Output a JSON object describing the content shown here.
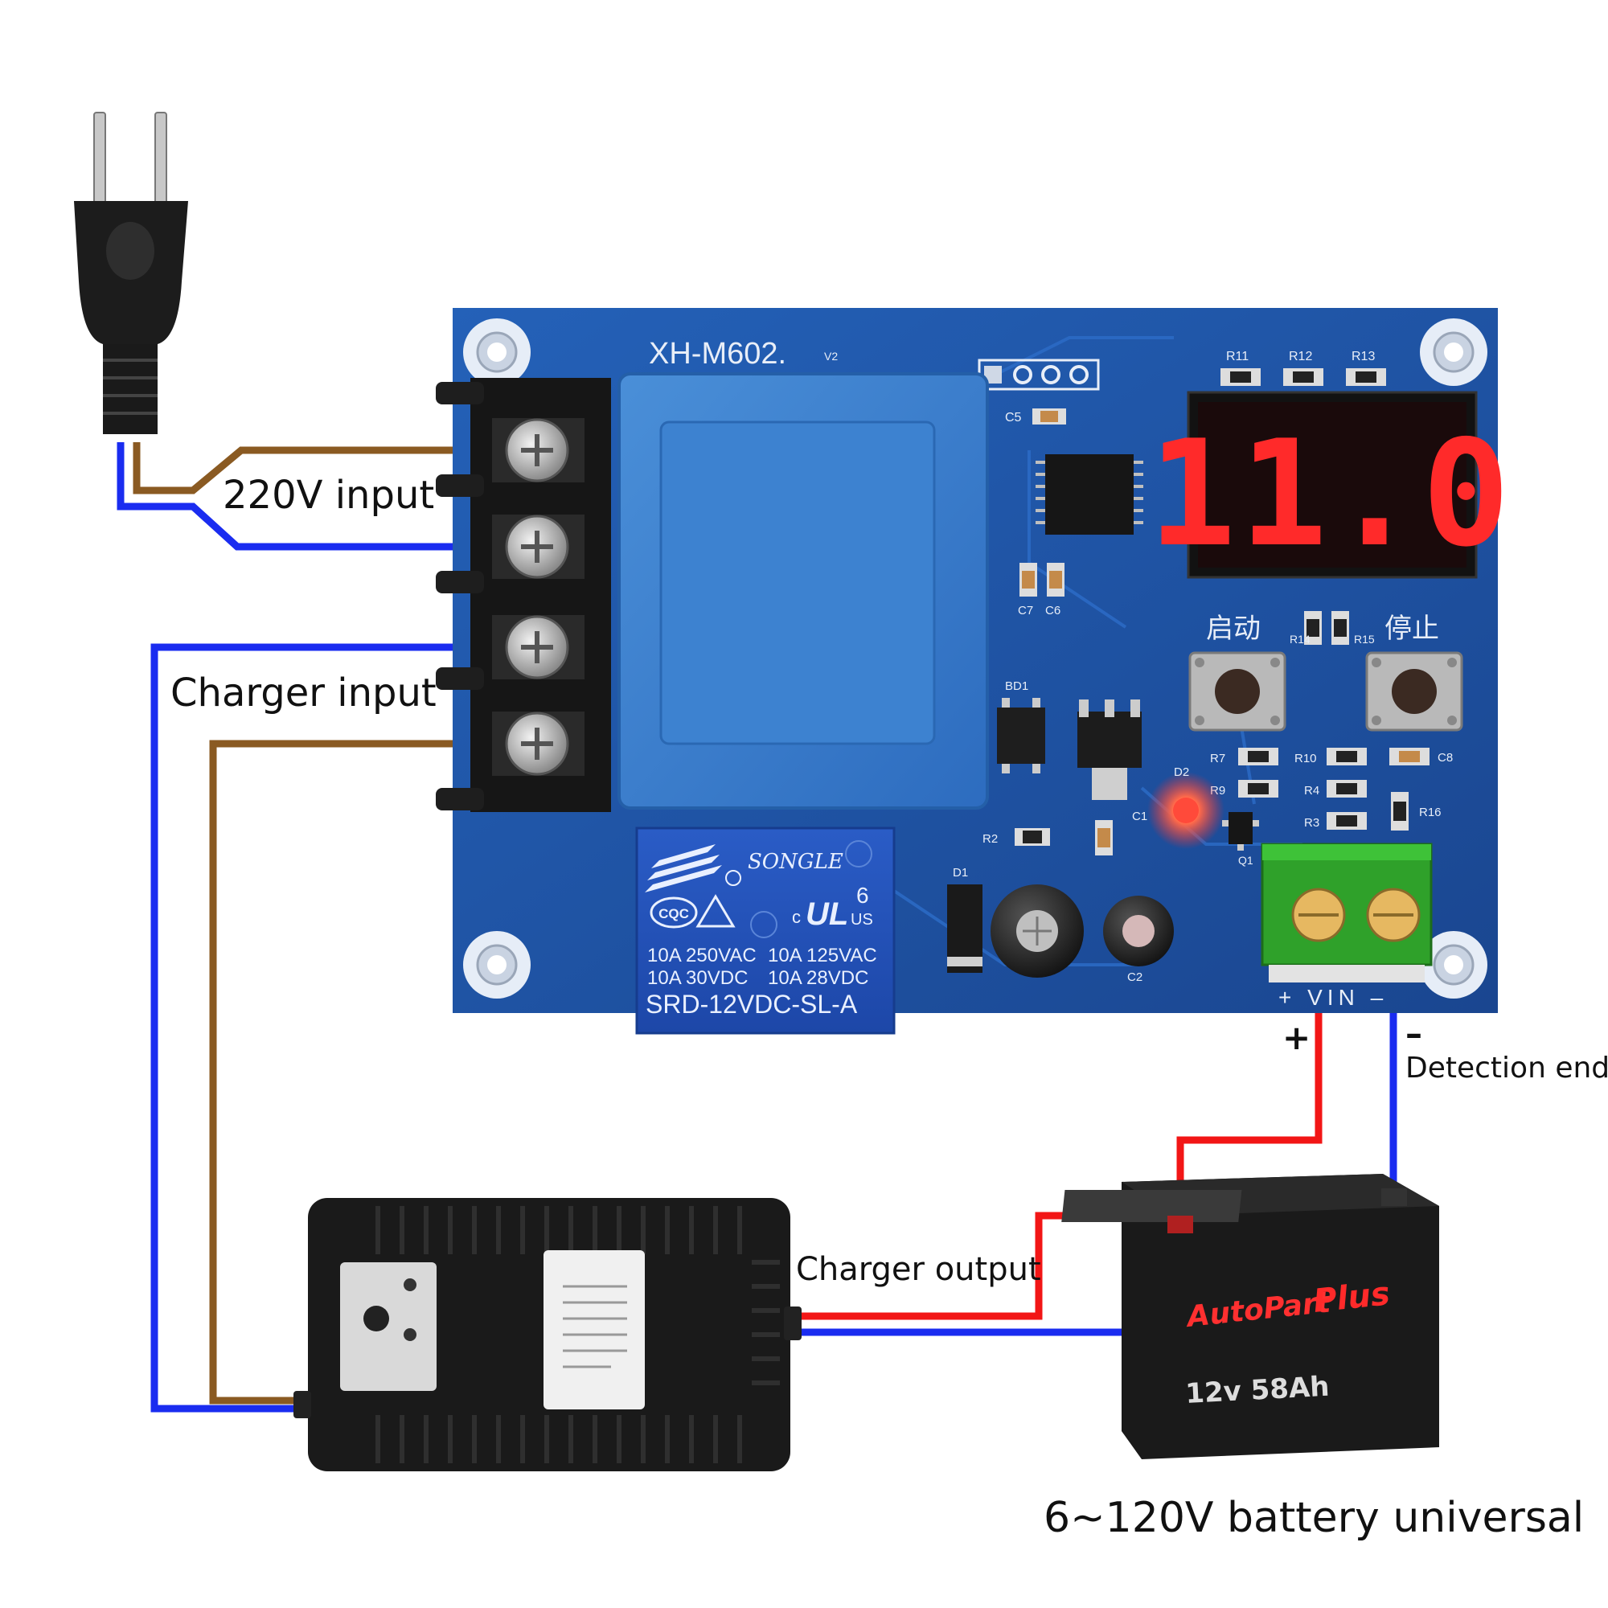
{
  "labels": {
    "ac_input": "220V input",
    "charger_input": "Charger input",
    "charger_output": "Charger output",
    "detection_end": "Detection end",
    "battery_universal": "6~120V battery universal",
    "plus": "+",
    "minus": "–"
  },
  "board": {
    "model": "XH-M602.",
    "version": "V2",
    "display_value": "11.0",
    "button_start": "启动",
    "button_stop": "停止",
    "vin_label": "+ VIN –",
    "parts": {
      "r11": "R11",
      "r12": "R12",
      "r13": "R13",
      "c5": "C5",
      "c7": "C7",
      "c6": "C6",
      "r14": "R14",
      "r15": "R15",
      "bd1": "BD1",
      "d2": "D2",
      "c1": "C1",
      "r2": "R2",
      "d1": "D1",
      "r7": "R7",
      "r9": "R9",
      "r10": "R10",
      "r4": "R4",
      "r3": "R3",
      "r16": "R16",
      "c8": "C8",
      "q1": "Q1",
      "c2": "C2"
    }
  },
  "relay": {
    "brand": "SONGLE",
    "rating_1": "10A 250VAC",
    "rating_2": "10A 125VAC",
    "rating_3": "10A 30VDC",
    "rating_4": "10A 28VDC",
    "model": "SRD-12VDC-SL-A",
    "cqc": "CQC",
    "ul_c": "c",
    "ul_us": "US",
    "ul_num": "6"
  },
  "battery": {
    "brand": "AutoPart",
    "series": "Plus",
    "spec": "12v 58Ah"
  },
  "colors": {
    "wire_blue": "#1a2cf0",
    "wire_brown": "#8a5a22",
    "wire_red": "#f21616",
    "pcb": "#1d4f9e",
    "display_red": "#ff2a2a"
  }
}
